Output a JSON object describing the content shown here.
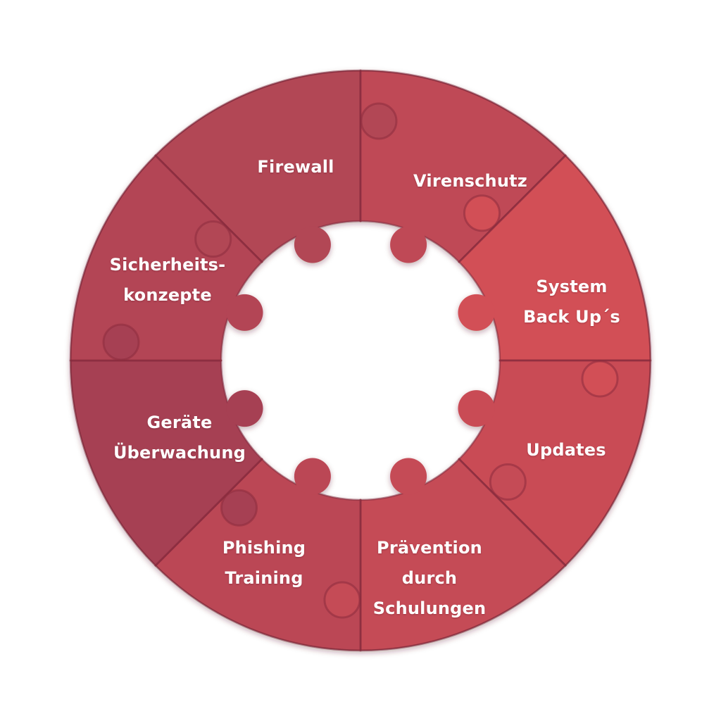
{
  "diagram": {
    "pieces": [
      {
        "id": "firewall",
        "label": "Firewall",
        "color": "#b24655"
      },
      {
        "id": "virenschutz",
        "label": "Virenschutz",
        "color": "#bf4a57"
      },
      {
        "id": "system-backups",
        "label": "System\nBack Up´s",
        "color": "#d24f56"
      },
      {
        "id": "updates",
        "label": "Updates",
        "color": "#c94b55"
      },
      {
        "id": "praevention",
        "label": "Prävention\ndurch\nSchulungen",
        "color": "#c54b56"
      },
      {
        "id": "phishing",
        "label": "Phishing\nTraining",
        "color": "#bb4754"
      },
      {
        "id": "geraete",
        "label": "Geräte\nÜberwachung",
        "color": "#a63f52"
      },
      {
        "id": "sicherheit",
        "label": "Sicherheits-\nkonzepte",
        "color": "#b34455"
      }
    ]
  }
}
